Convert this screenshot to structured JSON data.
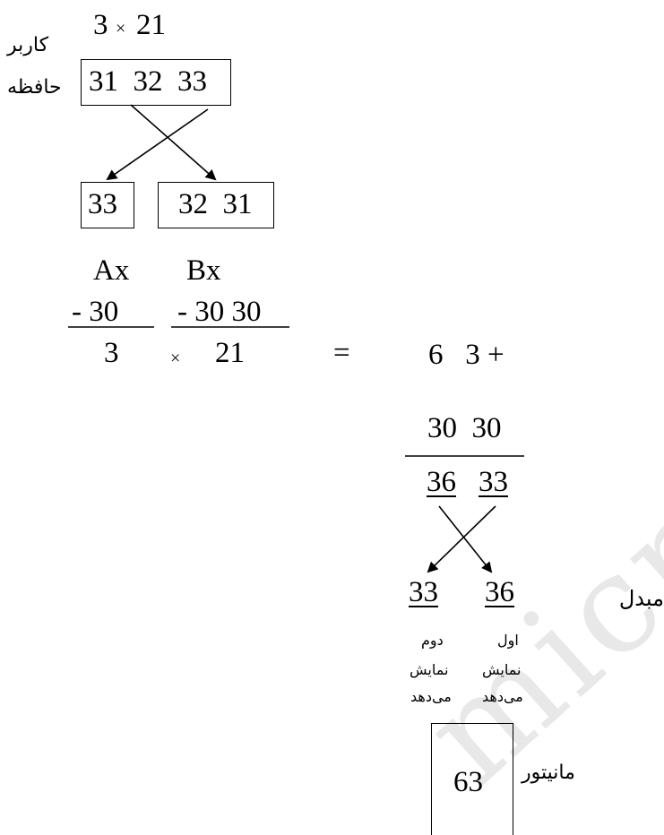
{
  "watermark": "micro",
  "user": {
    "label": "کاربر",
    "n1": "3",
    "op": "×",
    "n2": "21"
  },
  "memory": {
    "label": "حافظه",
    "values": "31  32  33"
  },
  "registers": {
    "ax": {
      "value": "33",
      "name": "Ax",
      "minus": "- 30",
      "result": "3"
    },
    "bx": {
      "value": "32  31",
      "name": "Bx",
      "minus": "- 30 30",
      "result": "21"
    },
    "mult": "×",
    "equals": "="
  },
  "addition": {
    "row1": "6   3 +",
    "row2": "30  30",
    "left": "36",
    "right": "33"
  },
  "converter": {
    "label": "مبدل",
    "left": "33",
    "right": "36"
  },
  "captions": {
    "second": "دوم",
    "first": "اول",
    "shows": "نمایش",
    "gives": "می‌دهد"
  },
  "monitor": {
    "label": "مانیتور",
    "value": "63"
  }
}
